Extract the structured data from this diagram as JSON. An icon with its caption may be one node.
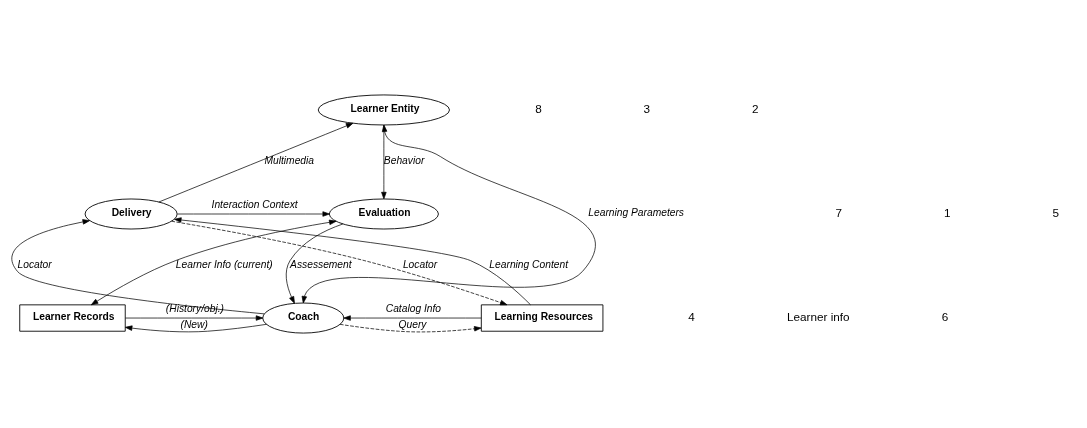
{
  "diagram": {
    "nodes": [
      {
        "text": [
          "Learner Entity"
        ]
      },
      {
        "text": [
          "Delivery"
        ]
      },
      {
        "text": [
          "Evaluation"
        ]
      },
      {
        "text": [
          "Coach"
        ]
      },
      {
        "text": [
          "Learning Resources"
        ]
      },
      {
        "text": [
          "Learner Records"
        ]
      }
    ],
    "edges": [
      {
        "from": 1,
        "to": 0,
        "arrow": "to",
        "label": "Multimedia"
      },
      {
        "from": 0,
        "to": 2,
        "arrow": "to",
        "label": "Behavior"
      },
      {
        "from": 1,
        "to": 2,
        "arrow": "to",
        "label": "Interaction Context"
      },
      {
        "from": 0,
        "to": 3,
        "arrow": "both",
        "label": "Learning Parameters"
      },
      {
        "from": 2,
        "to": 3,
        "arrow": "to",
        "label": "Assessement"
      },
      {
        "from": 3,
        "to": 1,
        "arrow": "to",
        "label": "Locator"
      },
      {
        "from": 4,
        "to": 1,
        "arrow": "to",
        "label": "Learning Content"
      },
      {
        "from": 1,
        "to": 4,
        "arrow": "to",
        "label": "Locator",
        "style": "dashed"
      },
      {
        "from": 4,
        "to": 3,
        "arrow": "to",
        "label": "Catalog Info"
      },
      {
        "from": 3,
        "to": 4,
        "arrow": "to",
        "label": "Query",
        "style": "dashed"
      },
      {
        "from": 5,
        "to": 3,
        "arrow": "to",
        "label": "(History/obj.)"
      },
      {
        "from": 3,
        "to": 5,
        "arrow": "to",
        "label": "(New)"
      },
      {
        "from": 2,
        "to": 5,
        "arrow": "both",
        "label": "Learner Info (current)"
      }
    ],
    "labels": [
      "8",
      "3",
      "2",
      "7",
      "1",
      "5",
      "4",
      "Learner info",
      "6"
    ]
  }
}
